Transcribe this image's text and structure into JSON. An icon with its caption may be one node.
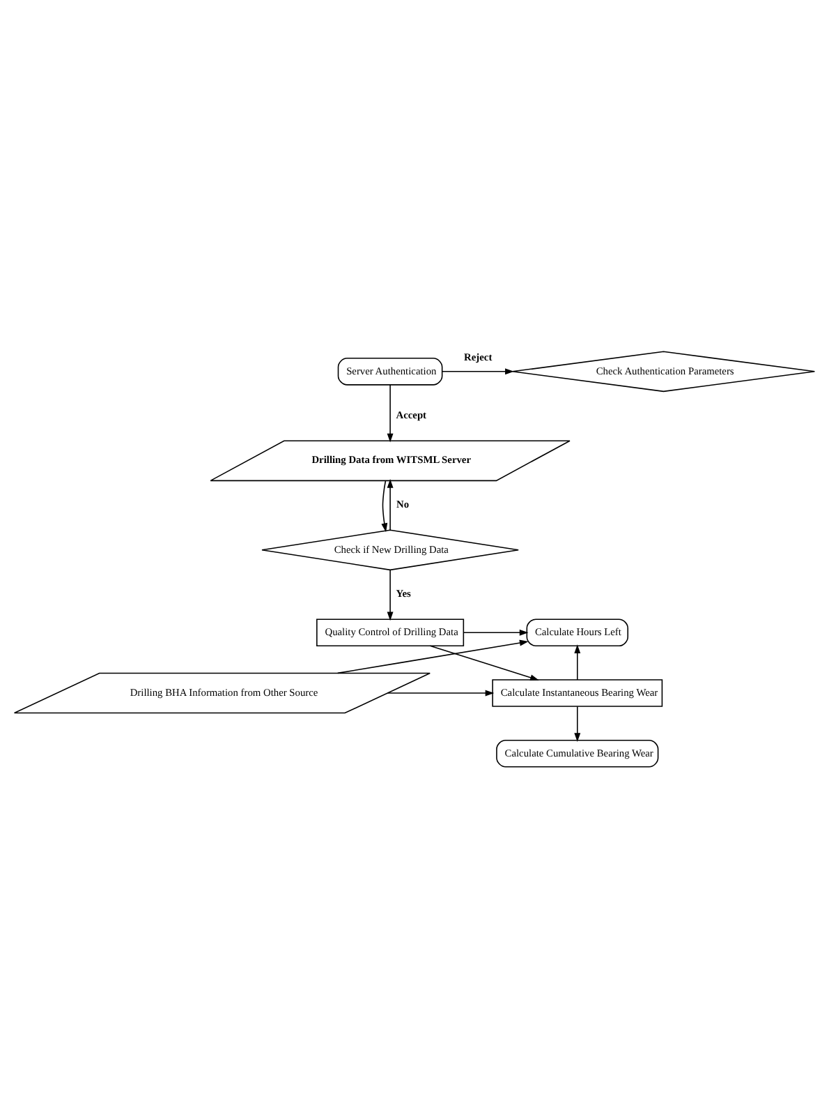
{
  "diagram": {
    "nodes": [
      {
        "text": [
          "Server Authentication"
        ]
      },
      {
        "text": [
          "Check Authentication Parameters"
        ]
      },
      {
        "text": [
          "Drilling Data from WITSML Server"
        ]
      },
      {
        "text": [
          "Check if New Drilling Data"
        ]
      },
      {
        "text": [
          "Quality Control of Drilling Data"
        ]
      },
      {
        "text": [
          "Calculate Hours Left"
        ]
      },
      {
        "text": [
          "Calculate Instantaneous Bearing Wear"
        ]
      },
      {
        "text": [
          "Drilling BHA Information from Other Source"
        ]
      },
      {
        "text": [
          "Calculate Cumulative Bearing Wear"
        ]
      }
    ],
    "edges": [
      {
        "from": 0,
        "to": 1,
        "arrow": "to",
        "label": "Reject"
      },
      {
        "from": 0,
        "to": 2,
        "arrow": "to",
        "label": "Accept"
      },
      {
        "from": 2,
        "to": 3,
        "arrow": "to"
      },
      {
        "from": 3,
        "to": 2,
        "arrow": "to",
        "label": "No"
      },
      {
        "from": 3,
        "to": 4,
        "arrow": "to",
        "label": "Yes"
      },
      {
        "from": 4,
        "to": 5,
        "arrow": "to"
      },
      {
        "from": 4,
        "to": 6,
        "arrow": "to"
      },
      {
        "from": 7,
        "to": 5,
        "arrow": "to"
      },
      {
        "from": 7,
        "to": 6,
        "arrow": "to"
      },
      {
        "from": 6,
        "to": 8,
        "arrow": "to"
      },
      {
        "from": 6,
        "to": 5,
        "arrow": "to"
      }
    ]
  }
}
